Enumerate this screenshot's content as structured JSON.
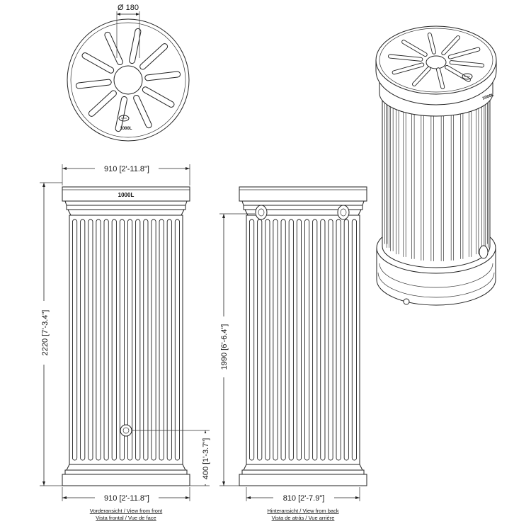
{
  "top_view": {
    "diameter_label": "Ø 180",
    "center_label": "1000L"
  },
  "front_view": {
    "width_top": "910 [2'-11.8\"]",
    "height": "2220 [7'-3.4\"]",
    "outlet_height": "400 [1'-3.7\"]",
    "width_bottom": "910 [2'-11.8\"]",
    "capacity_label": "1000L",
    "caption_line1": "Vorderansicht / View from front",
    "caption_line2": "Vista frontal / Vue de face"
  },
  "back_view": {
    "inlet_height": "1990 [6'-6.4\"]",
    "width_bottom": "810 [2'-7.9\"]",
    "caption_line1": "Hinteransicht  / View from back",
    "caption_line2": "Vista de atrás / Vue arrière"
  },
  "iso_view": {
    "capacity_label": "1000L"
  },
  "colors": {
    "line": "#222222",
    "background": "#ffffff"
  }
}
